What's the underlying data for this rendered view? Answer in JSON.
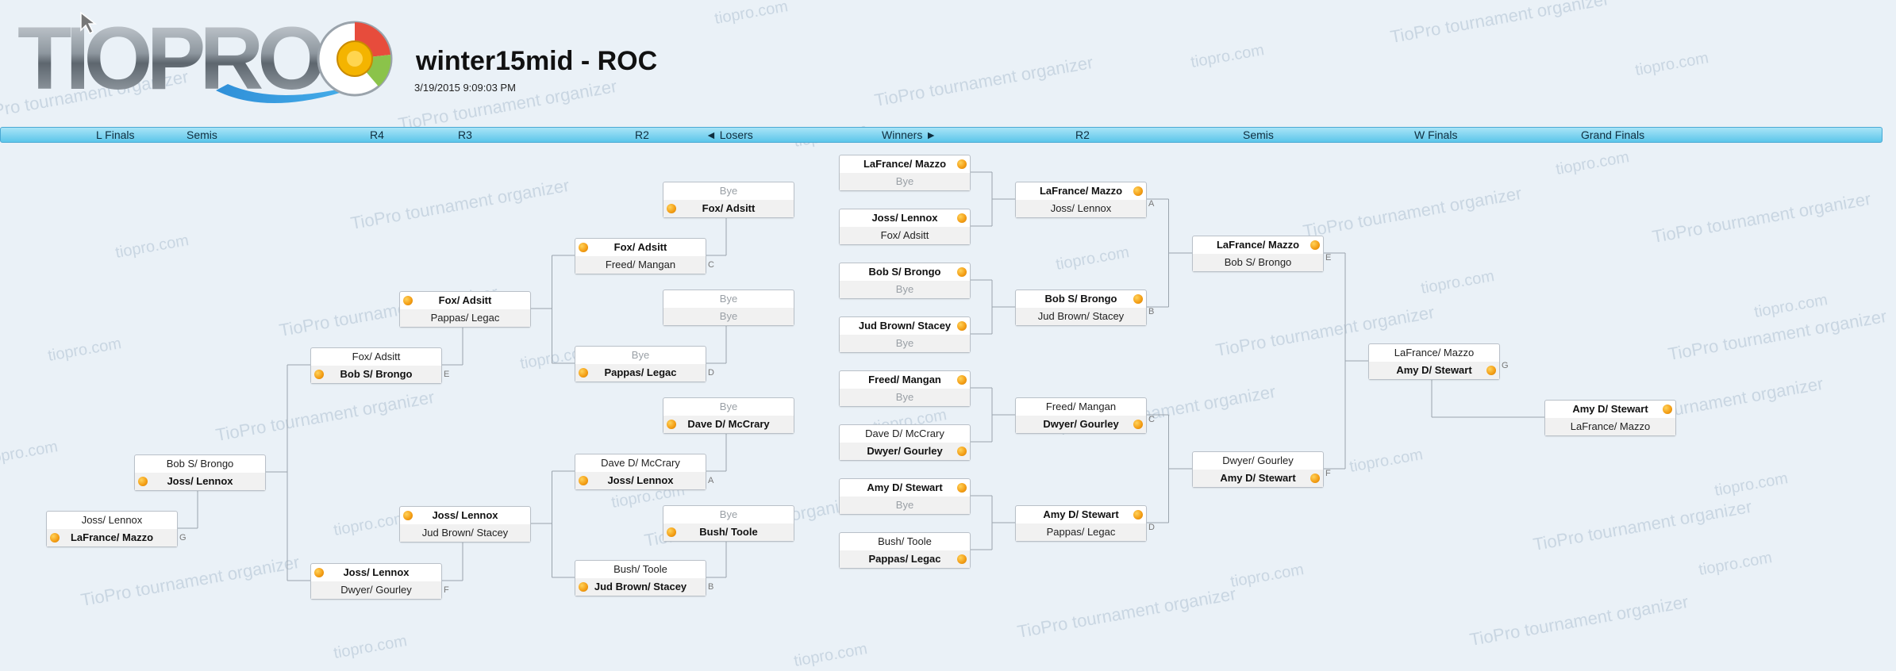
{
  "header": {
    "logo_text": "TIOPRO",
    "title": "winter15mid - ROC",
    "datetime": "3/19/2015 9:09:03 PM",
    "watermark_brand": "TioPro tournament organizer",
    "watermark_site": "tiopro.com"
  },
  "colors": {
    "roundbar": "#5cc6ea",
    "winner_dot": "#f39c12",
    "background": "#eaf1f7"
  },
  "rounds": [
    "L Finals",
    "Semis",
    "R4",
    "R3",
    "R2",
    "◄ Losers",
    "Winners ►",
    "R2",
    "Semis",
    "W Finals",
    "Grand Finals"
  ],
  "matches": [
    {
      "id": "w1a",
      "top": "LaFrance/ Mazzo",
      "bottom": "Bye",
      "winner": "top"
    },
    {
      "id": "w1b",
      "top": "Joss/ Lennox",
      "bottom": "Fox/ Adsitt",
      "winner": "top"
    },
    {
      "id": "w1c",
      "top": "Bob S/ Brongo",
      "bottom": "Bye",
      "winner": "top"
    },
    {
      "id": "w1d",
      "top": "Jud Brown/ Stacey",
      "bottom": "Bye",
      "winner": "top"
    },
    {
      "id": "w1e",
      "top": "Freed/ Mangan",
      "bottom": "Bye",
      "winner": "top"
    },
    {
      "id": "w1f",
      "top": "Dave D/ McCrary",
      "bottom": "Dwyer/ Gourley",
      "winner": "bottom"
    },
    {
      "id": "w1g",
      "top": "Amy D/ Stewart",
      "bottom": "Bye",
      "winner": "top"
    },
    {
      "id": "w1h",
      "top": "Bush/ Toole",
      "bottom": "Pappas/ Legac",
      "winner": "bottom"
    },
    {
      "id": "w2a",
      "top": "LaFrance/ Mazzo",
      "bottom": "Joss/ Lennox",
      "winner": "top",
      "tag": "A"
    },
    {
      "id": "w2b",
      "top": "Bob S/ Brongo",
      "bottom": "Jud Brown/ Stacey",
      "winner": "top",
      "tag": "B"
    },
    {
      "id": "w2c",
      "top": "Freed/ Mangan",
      "bottom": "Dwyer/ Gourley",
      "winner": "bottom",
      "tag": "C"
    },
    {
      "id": "w2d",
      "top": "Amy D/ Stewart",
      "bottom": "Pappas/ Legac",
      "winner": "top",
      "tag": "D"
    },
    {
      "id": "wsa",
      "top": "LaFrance/ Mazzo",
      "bottom": "Bob S/ Brongo",
      "winner": "top",
      "tag": "E"
    },
    {
      "id": "wsb",
      "top": "Dwyer/ Gourley",
      "bottom": "Amy D/ Stewart",
      "winner": "bottom",
      "tag": "F"
    },
    {
      "id": "wf",
      "top": "LaFrance/ Mazzo",
      "bottom": "Amy D/ Stewart",
      "winner": "bottom",
      "tag": "G"
    },
    {
      "id": "gf",
      "top": "Amy D/ Stewart",
      "bottom": "LaFrance/ Mazzo",
      "winner": "top"
    },
    {
      "id": "l1a",
      "top": "Bye",
      "bottom": "Fox/ Adsitt",
      "winner": "bottom"
    },
    {
      "id": "l1b",
      "top": "Bye",
      "bottom": "Bye",
      "winner": "none"
    },
    {
      "id": "l1c",
      "top": "Bye",
      "bottom": "Dave D/ McCrary",
      "winner": "bottom"
    },
    {
      "id": "l1d",
      "top": "Bye",
      "bottom": "Bush/ Toole",
      "winner": "bottom"
    },
    {
      "id": "l2a",
      "top": "Fox/ Adsitt",
      "bottom": "Freed/ Mangan",
      "winner": "top",
      "tag": "C"
    },
    {
      "id": "l2b",
      "top": "Bye",
      "bottom": "Pappas/ Legac",
      "winner": "bottom",
      "tag": "D"
    },
    {
      "id": "l2c",
      "top": "Dave D/ McCrary",
      "bottom": "Joss/ Lennox",
      "winner": "bottom",
      "tag": "A"
    },
    {
      "id": "l2d",
      "top": "Bush/ Toole",
      "bottom": "Jud Brown/ Stacey",
      "winner": "bottom",
      "tag": "B"
    },
    {
      "id": "l3a",
      "top": "Fox/ Adsitt",
      "bottom": "Pappas/ Legac",
      "winner": "top"
    },
    {
      "id": "l3b",
      "top": "Joss/ Lennox",
      "bottom": "Jud Brown/ Stacey",
      "winner": "top"
    },
    {
      "id": "l4a",
      "top": "Fox/ Adsitt",
      "bottom": "Bob S/ Brongo",
      "winner": "bottom",
      "tag": "E"
    },
    {
      "id": "l4b",
      "top": "Joss/ Lennox",
      "bottom": "Dwyer/ Gourley",
      "winner": "top",
      "tag": "F"
    },
    {
      "id": "ls",
      "top": "Bob S/ Brongo",
      "bottom": "Joss/ Lennox",
      "winner": "bottom"
    },
    {
      "id": "lf",
      "top": "Joss/ Lennox",
      "bottom": "LaFrance/ Mazzo",
      "winner": "bottom",
      "tag": "G"
    }
  ]
}
